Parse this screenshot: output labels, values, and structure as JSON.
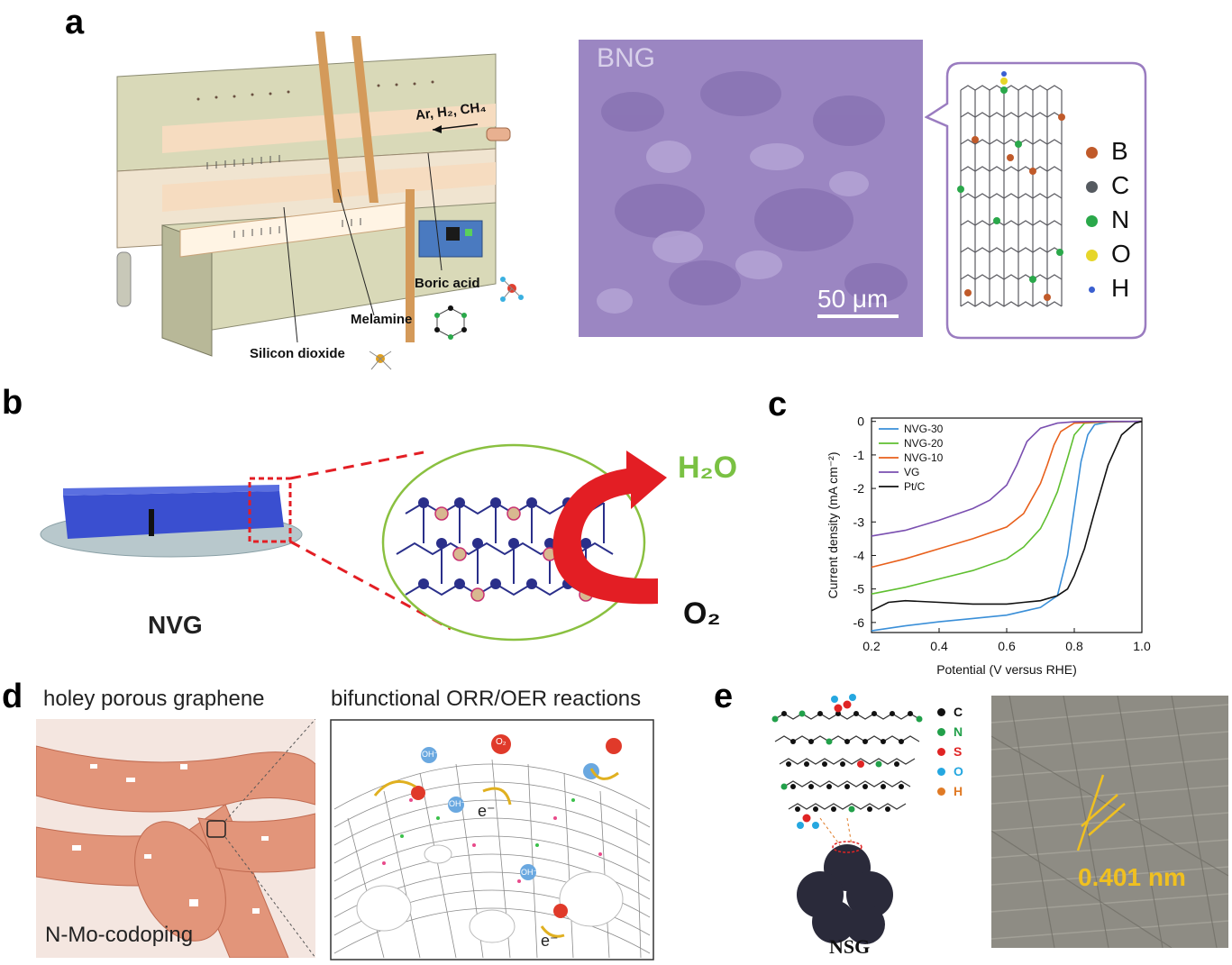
{
  "panels": {
    "a": {
      "label": "a",
      "furnace": {
        "gas_flow": "Ar, H₂, CH₄",
        "boric_acid": "Boric acid",
        "melamine": "Melamine",
        "silicon_dioxide": "Silicon dioxide"
      },
      "sem": {
        "sample": "BNG",
        "scale_bar": "50 μm"
      },
      "legend": [
        "B",
        "C",
        "N",
        "O",
        "H"
      ],
      "colors": {
        "B": "#c05a2a",
        "C": "#555a60",
        "N": "#2aa84a",
        "O": "#e6d62a",
        "H": "#3a5fd0",
        "sem_tint": "#9b86c2",
        "frame": "#9a7cc0"
      }
    },
    "b": {
      "label": "b",
      "sample": "NVG",
      "product": "H₂O",
      "reactant": "O₂",
      "colors": {
        "product": "#7ac143",
        "arrow": "#e31e24",
        "nanowall": "#3a4fd0"
      }
    },
    "c": {
      "label": "c"
    },
    "d": {
      "label": "d",
      "left_title": "holey porous graphene",
      "right_title": "bifunctional ORR/OER reactions",
      "codoping": "N-Mo-codoping",
      "species": [
        "O₂",
        "OH⁻",
        "e⁻",
        "OH⁻",
        "OH⁻",
        "e⁻"
      ]
    },
    "e": {
      "label": "e",
      "legend": [
        "C",
        "N",
        "S",
        "O",
        "H"
      ],
      "colors": {
        "C": "#111111",
        "N": "#22a04a",
        "S": "#e02424",
        "O": "#25a7e0",
        "H": "#e07a25"
      },
      "sample": "NSG",
      "lattice_spacing": "0.401 nm"
    }
  },
  "chart_data": {
    "type": "line",
    "xlabel": "Potential (V versus RHE)",
    "ylabel": "Current density (mA cm⁻²)",
    "xlim": [
      0.2,
      1.0
    ],
    "ylim": [
      -6.3,
      0.1
    ],
    "xticks": [
      "0.2",
      "0.4",
      "0.6",
      "0.8",
      "1.0"
    ],
    "yticks": [
      "0",
      "-1",
      "-2",
      "-3",
      "-4",
      "-5",
      "-6"
    ],
    "legend_position": "top-left",
    "series": [
      {
        "name": "NVG-30",
        "color": "#3a8fd8",
        "x": [
          0.2,
          0.3,
          0.4,
          0.5,
          0.6,
          0.7,
          0.75,
          0.78,
          0.8,
          0.82,
          0.84,
          0.86,
          0.9,
          1.0
        ],
        "y": [
          -6.25,
          -6.1,
          -5.98,
          -5.88,
          -5.78,
          -5.55,
          -5.2,
          -4.0,
          -2.6,
          -1.2,
          -0.4,
          -0.1,
          -0.02,
          0
        ]
      },
      {
        "name": "NVG-20",
        "color": "#5fbf30",
        "x": [
          0.2,
          0.3,
          0.4,
          0.5,
          0.6,
          0.65,
          0.7,
          0.72,
          0.75,
          0.78,
          0.8,
          0.83,
          0.9,
          1.0
        ],
        "y": [
          -5.15,
          -4.95,
          -4.7,
          -4.45,
          -4.1,
          -3.75,
          -3.2,
          -2.8,
          -2.1,
          -1.1,
          -0.4,
          -0.05,
          -0.01,
          0
        ]
      },
      {
        "name": "NVG-10",
        "color": "#e8601c",
        "x": [
          0.2,
          0.3,
          0.4,
          0.5,
          0.6,
          0.65,
          0.7,
          0.72,
          0.74,
          0.76,
          0.8,
          0.9,
          1.0
        ],
        "y": [
          -4.35,
          -4.1,
          -3.8,
          -3.5,
          -3.15,
          -2.75,
          -1.85,
          -1.3,
          -0.7,
          -0.3,
          -0.05,
          -0.01,
          0
        ]
      },
      {
        "name": "VG",
        "color": "#7a4fb0",
        "x": [
          0.2,
          0.3,
          0.4,
          0.5,
          0.55,
          0.6,
          0.63,
          0.66,
          0.7,
          0.75,
          0.8,
          0.9,
          1.0
        ],
        "y": [
          -3.42,
          -3.25,
          -2.95,
          -2.6,
          -2.35,
          -1.9,
          -1.3,
          -0.6,
          -0.2,
          -0.05,
          -0.01,
          0,
          0
        ]
      },
      {
        "name": "Pt/C",
        "color": "#111111",
        "x": [
          0.2,
          0.25,
          0.3,
          0.4,
          0.5,
          0.6,
          0.65,
          0.7,
          0.75,
          0.78,
          0.8,
          0.83,
          0.86,
          0.9,
          0.94,
          0.98,
          1.0
        ],
        "y": [
          -5.65,
          -5.4,
          -5.35,
          -5.4,
          -5.45,
          -5.45,
          -5.4,
          -5.35,
          -5.2,
          -5.0,
          -4.6,
          -3.8,
          -2.7,
          -1.3,
          -0.4,
          -0.05,
          0
        ]
      }
    ]
  }
}
